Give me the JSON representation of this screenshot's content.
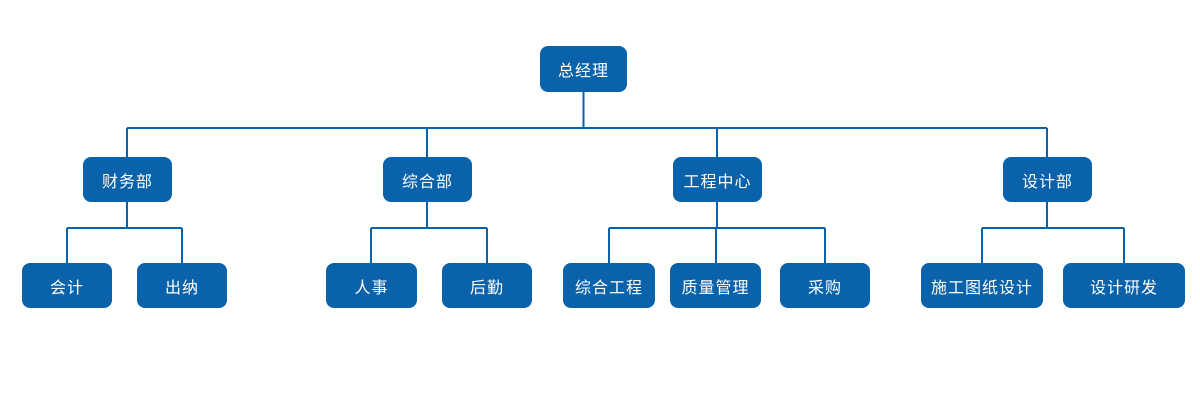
{
  "org": {
    "root": {
      "label": "总经理"
    },
    "departments": [
      {
        "label": "财务部",
        "children": [
          {
            "label": "会计"
          },
          {
            "label": "出纳"
          }
        ]
      },
      {
        "label": "综合部",
        "children": [
          {
            "label": "人事"
          },
          {
            "label": "后勤"
          }
        ]
      },
      {
        "label": "工程中心",
        "children": [
          {
            "label": "综合工程"
          },
          {
            "label": "质量管理"
          },
          {
            "label": "采购"
          }
        ]
      },
      {
        "label": "设计部",
        "children": [
          {
            "label": "施工图纸设计"
          },
          {
            "label": "设计研发"
          }
        ]
      }
    ]
  },
  "colors": {
    "node_fill": "#0a62ab",
    "node_text": "#ffffff",
    "connector_line": "#0a62ab",
    "background": "#ffffff"
  }
}
